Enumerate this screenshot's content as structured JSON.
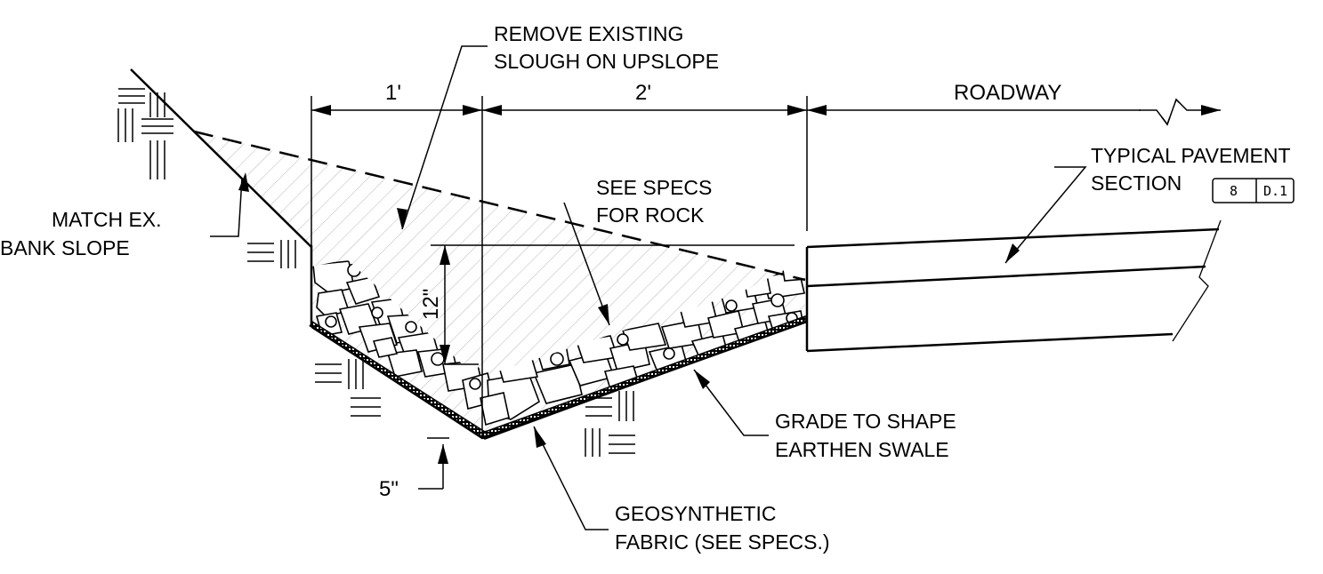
{
  "diagram": {
    "dimensions": {
      "one_foot": "1'",
      "two_feet": "2'",
      "roadway": "ROADWAY",
      "depth_12": "12\"",
      "depth_5": "5\""
    },
    "labels": {
      "remove_slough": [
        "REMOVE EXISTING",
        "SLOUGH ON UPSLOPE"
      ],
      "see_specs_rock": [
        "SEE SPECS",
        "FOR ROCK"
      ],
      "match_bank": [
        "MATCH EX.",
        "BANK SLOPE"
      ],
      "typical_pavement": [
        "TYPICAL PAVEMENT",
        "SECTION"
      ],
      "grade_swale": [
        "GRADE TO SHAPE",
        "EARTHEN SWALE"
      ],
      "geosynthetic": [
        "GEOSYNTHETIC",
        "FABRIC (SEE SPECS.)"
      ]
    },
    "detail_reference": {
      "detail": "8",
      "sheet": "D.1"
    }
  }
}
